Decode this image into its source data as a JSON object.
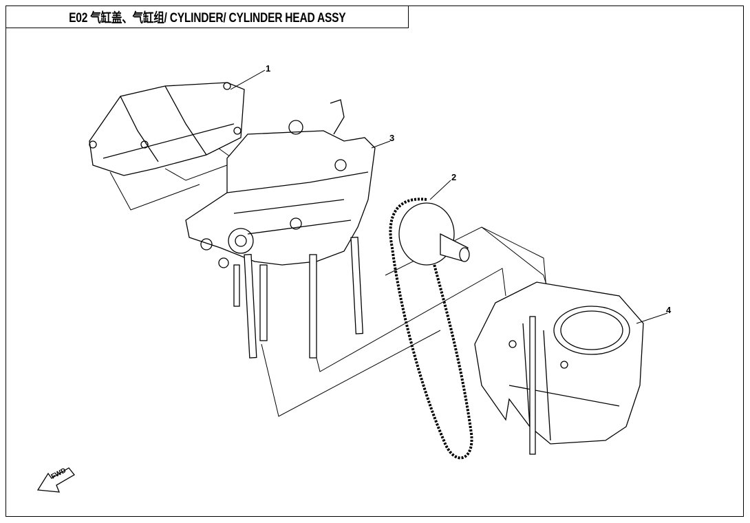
{
  "title": "E02 气缸盖、气缸组/ CYLINDER/ CYLINDER HEAD ASSY",
  "callouts": [
    "1",
    "2",
    "3",
    "4"
  ],
  "fwd_label": "FWD"
}
